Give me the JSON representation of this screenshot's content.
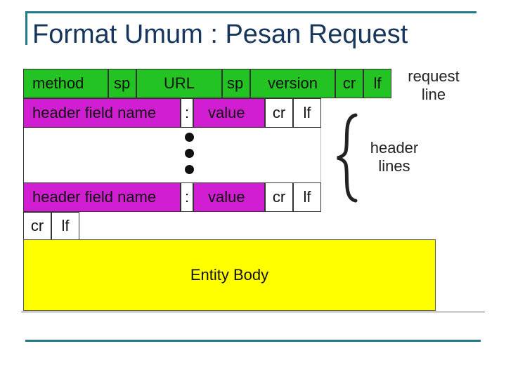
{
  "slide": {
    "title": "Format Umum : Pesan Request"
  },
  "request_line": {
    "method": "method",
    "sp1": "sp",
    "url": "URL",
    "sp2": "sp",
    "version": "version",
    "cr": "cr",
    "lf": "lf",
    "label_line1": "request",
    "label_line2": "line"
  },
  "header_line_1": {
    "name": "header field name",
    "colon": ":",
    "value": "value",
    "cr": "cr",
    "lf": "lf"
  },
  "header_line_2": {
    "name": "header field name",
    "colon": ":",
    "value": "value",
    "cr": "cr",
    "lf": "lf"
  },
  "header_lines_label": {
    "line1": "header",
    "line2": "lines"
  },
  "terminator": {
    "cr": "cr",
    "lf": "lf"
  },
  "entity_body": {
    "label": "Entity Body"
  },
  "colors": {
    "accent_line": "#1f7a8c",
    "title": "#17365d",
    "request_line_fill": "#22c322",
    "header_fill": "#d21ed2",
    "entity_fill": "#ffff00"
  }
}
